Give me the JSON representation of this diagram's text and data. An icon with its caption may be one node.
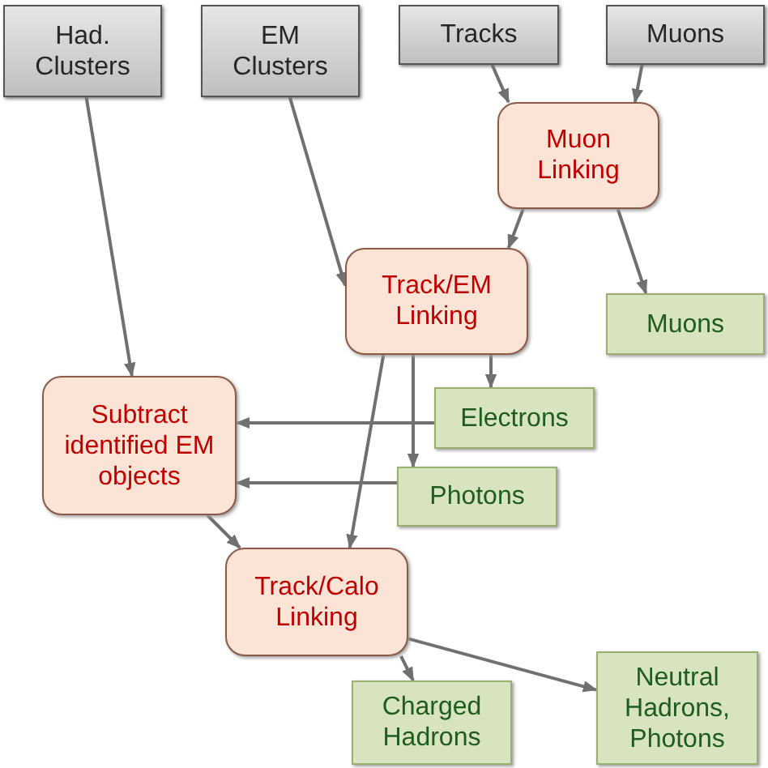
{
  "diagram": {
    "nodes": [
      {
        "text": [
          "Had. Clusters"
        ]
      },
      {
        "text": [
          "EM Clusters"
        ]
      },
      {
        "text": [
          "Tracks"
        ]
      },
      {
        "text": [
          "Muons"
        ]
      },
      {
        "text": [
          "Muon Linking"
        ]
      },
      {
        "text": [
          "Track/EM Linking"
        ]
      },
      {
        "text": [
          "Muons"
        ]
      },
      {
        "text": [
          "Subtract identified EM objects"
        ]
      },
      {
        "text": [
          "Electrons"
        ]
      },
      {
        "text": [
          "Photons"
        ]
      },
      {
        "text": [
          "Track/Calo Linking"
        ]
      },
      {
        "text": [
          "Charged Hadrons"
        ]
      },
      {
        "text": [
          "Neutral Hadrons, Photons"
        ]
      }
    ],
    "edges": [
      {
        "from": 0,
        "to": 7,
        "arrow": "to"
      },
      {
        "from": 1,
        "to": 5,
        "arrow": "to"
      },
      {
        "from": 2,
        "to": 4,
        "arrow": "to"
      },
      {
        "from": 3,
        "to": 4,
        "arrow": "to"
      },
      {
        "from": 4,
        "to": 5,
        "arrow": "to"
      },
      {
        "from": 4,
        "to": 6,
        "arrow": "to"
      },
      {
        "from": 5,
        "to": 8,
        "arrow": "to"
      },
      {
        "from": 5,
        "to": 9,
        "arrow": "to"
      },
      {
        "from": 5,
        "to": 10,
        "arrow": "to"
      },
      {
        "from": 8,
        "to": 7,
        "arrow": "to"
      },
      {
        "from": 9,
        "to": 7,
        "arrow": "to"
      },
      {
        "from": 7,
        "to": 10,
        "arrow": "to"
      },
      {
        "from": 10,
        "to": 11,
        "arrow": "to"
      },
      {
        "from": 10,
        "to": 12,
        "arrow": "to"
      }
    ]
  }
}
